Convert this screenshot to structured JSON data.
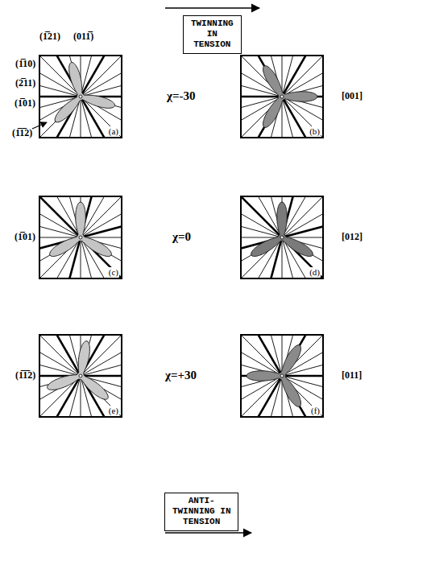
{
  "diagram": {
    "nodes": [
      {
        "text": [
          "TWINNING IN TENSION"
        ]
      },
      {
        "text": [
          "(a)"
        ]
      },
      {
        "text": [
          "(b)"
        ]
      },
      {
        "text": [
          "(c)"
        ]
      },
      {
        "text": [
          "(d)"
        ]
      },
      {
        "text": [
          "(e)"
        ]
      },
      {
        "text": [
          "(f)"
        ]
      },
      {
        "text": [
          "ANTI-TWINNING IN TENSION"
        ]
      }
    ],
    "labels": [
      "(1̅21)",
      "(011̅)",
      "(1̅10)",
      "(2̅11)",
      "(1̅01)",
      "(1̅1̅2)",
      "χ=-30",
      "[001]",
      "(1̅01)",
      "χ=0",
      "[012]",
      "(1̅1̅2)",
      "χ=+30",
      "[011]"
    ]
  }
}
